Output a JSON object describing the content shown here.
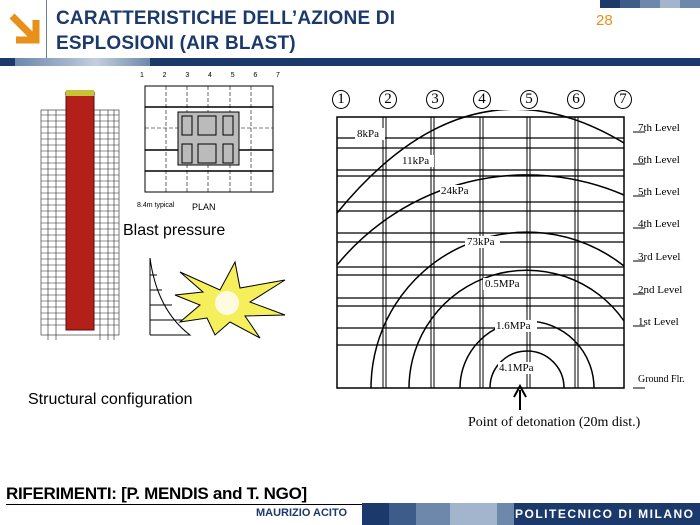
{
  "slide": {
    "title_line1": "CARATTERISTICHE DELL’AZIONE DI",
    "title_line2": "ESPLOSIONI (AIR BLAST)",
    "page_number": "28",
    "references": "RIFERIMENTI: [P. MENDIS and T. NGO]",
    "author": "MAURIZIO ACITO",
    "institution": "POLITECNICO DI MILANO"
  },
  "left_figure": {
    "plan_label": "PLAN",
    "dimension_label": "8.4m typical",
    "blast_pressure": "Blast pressure",
    "structural_configuration": "Structural configuration",
    "grid_numbers": [
      "1",
      "2",
      "3",
      "4",
      "5",
      "6",
      "7"
    ]
  },
  "main_figure": {
    "grid_numbers": [
      "1",
      "2",
      "3",
      "4",
      "5",
      "6",
      "7"
    ],
    "levels": [
      "7th Level",
      "6th Level",
      "5th Level",
      "4th Level",
      "3rd Level",
      "2nd Level",
      "1st Level",
      "Ground Flr."
    ],
    "pressures": [
      "8kPa",
      "11kPa",
      "24kPa",
      "73kPa",
      "0.5MPa",
      "1.6MPa",
      "4.1MPa"
    ],
    "detonation_label": "Point of detonation (20m dist.)"
  },
  "colors": {
    "brand_blue": "#1b3a6b",
    "accent_orange": "#e8901a"
  }
}
